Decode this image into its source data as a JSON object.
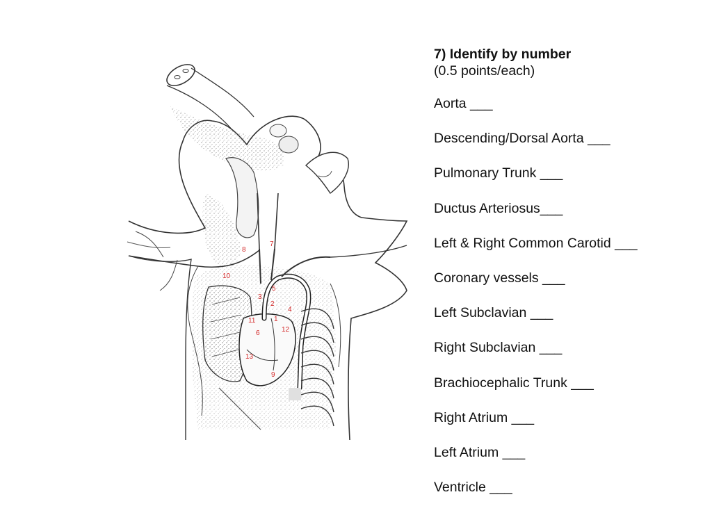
{
  "question": {
    "title": "7) Identify by number",
    "subtitle": "(0.5 points/each)",
    "items": [
      "Aorta ___",
      "Descending/Dorsal Aorta ___",
      "Pulmonary Trunk ___",
      "Ductus Arteriosus___",
      "Left & Right Common Carotid ___",
      "Coronary vessels ___",
      "Left Subclavian ___",
      "Right Subclavian ___",
      "Brachiocephalic Trunk ___",
      "Right Atrium ___",
      "Left Atrium ___",
      "Ventricle ___"
    ]
  },
  "diagram": {
    "labels": [
      "1",
      "2",
      "3",
      "4",
      "5",
      "6",
      "7",
      "8",
      "9",
      "10",
      "11",
      "12",
      "13"
    ],
    "label_color": "#d42a2a"
  }
}
